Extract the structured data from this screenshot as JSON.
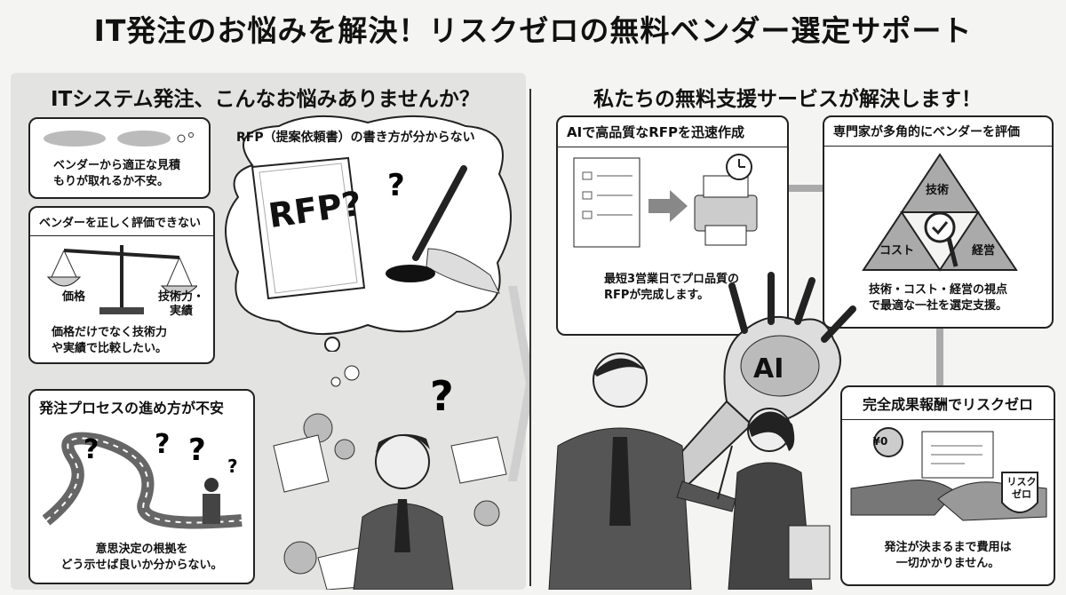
{
  "title": "IT発注のお悩みを解決！リスクゼロの無料ベンダー選定サポート",
  "left": {
    "heading": "ITシステム発注、こんなお悩みありませんか？",
    "card1_text": [
      "ベンダーから適正な見積",
      "もりが取れるか不安。"
    ],
    "card2": {
      "title": "ベンダーを正しく評価できない",
      "scale_left": "価格",
      "scale_right": [
        "技術力・",
        "実績"
      ],
      "text": [
        "価格だけでなく技術力",
        "や実績で比較したい。"
      ]
    },
    "card3": {
      "title": "発注プロセスの進め方が不安",
      "text": [
        "意思決定の根拠を",
        "どう示せば良いか分からない。"
      ]
    },
    "thought": {
      "title": "RFP（提案依頼書）の書き方が分からない",
      "paper_label": "RFP?"
    }
  },
  "right": {
    "heading": "私たちの無料支援サービスが解決します！",
    "card1": {
      "title": "AIで高品質なRFPを迅速作成",
      "text": [
        "最短3営業日でプロ品質の",
        "RFPが完成します。"
      ]
    },
    "card2": {
      "title": "専門家が多角的にベンダーを評価",
      "tri_top": "技術",
      "tri_left": "コスト",
      "tri_right": "経営",
      "text": [
        "技術・コスト・経営の視点",
        "で最適な一社を選定支援。"
      ]
    },
    "card3": {
      "title": "完全成果報酬でリスクゼロ",
      "coin": "¥0",
      "shield": [
        "リスク",
        "ゼロ"
      ],
      "text": [
        "発注が決まるまで費用は",
        "一切かかりません。"
      ]
    },
    "ai_label": "AI"
  }
}
